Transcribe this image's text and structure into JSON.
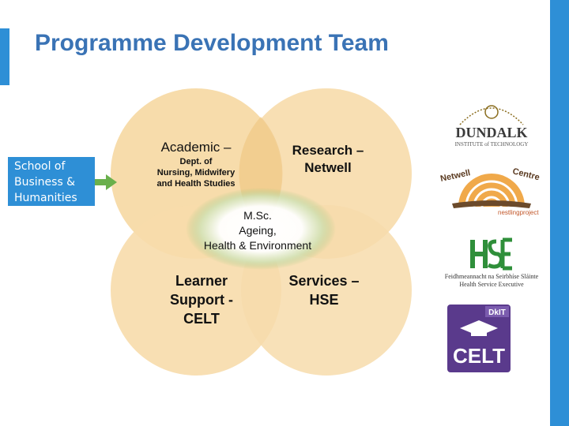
{
  "slide": {
    "title": "Programme Development Team",
    "accent_color": "#2e8fd6",
    "title_color": "#3a73b5"
  },
  "school_box": {
    "lines": [
      "School of",
      "Business &",
      "Humanities"
    ],
    "arrow_color": "#6ab04c"
  },
  "venn": {
    "circle_color": "#f6d9a8",
    "overlap_color": "#efc47e",
    "academic": {
      "title": "Academic –",
      "dept_lines": [
        "Dept. of",
        "Nursing, Midwifery",
        "and Health Studies"
      ]
    },
    "research": {
      "lines": [
        "Research –",
        "Netwell"
      ]
    },
    "center": {
      "lines": [
        "M.Sc.",
        "Ageing,",
        "Health & Environment"
      ]
    },
    "learner": {
      "lines": [
        "Learner",
        "Support -",
        "CELT"
      ]
    },
    "services": {
      "lines": [
        "Services –",
        "HSE"
      ]
    }
  },
  "logos": {
    "dundalk": {
      "name": "DUNDALK",
      "sub": "INSTITUTE of TECHNOLOGY"
    },
    "netwell": {
      "top_left": "Netwell",
      "top_right": "Centre",
      "tag": "nestlingproject"
    },
    "hse": {
      "mark": "HSE",
      "irish": "Feidhmeannacht na Seirbhíse Sláinte",
      "english": "Health Service Executive"
    },
    "celt": {
      "badge": "DkIT",
      "text": "CELT"
    }
  }
}
